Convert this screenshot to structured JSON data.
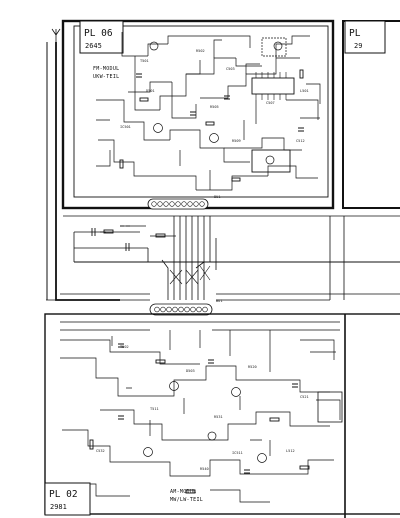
{
  "sheet_top": {
    "plate_label": "PL 06",
    "plate_number": "2645",
    "module_title_line1": "FM-MODUL",
    "module_title_line2": "UKW-TEIL",
    "neighbor_plate_label": "PL",
    "neighbor_plate_number": "29",
    "connector_label": "BU1"
  },
  "sheet_bottom": {
    "plate_label": "PL 02",
    "plate_number": "2981",
    "module_title_line1": "AM-MODUL",
    "module_title_line2": "MW/LW-TEIL",
    "connector_label": "BU1"
  },
  "component_labels": [
    "T501",
    "R502",
    "C503",
    "D501",
    "R505",
    "C507",
    "L501",
    "IC501",
    "R509",
    "C512",
    "T502",
    "D503",
    "R520",
    "C521",
    "T511",
    "R531",
    "C532",
    "IC511",
    "L512",
    "R540"
  ]
}
